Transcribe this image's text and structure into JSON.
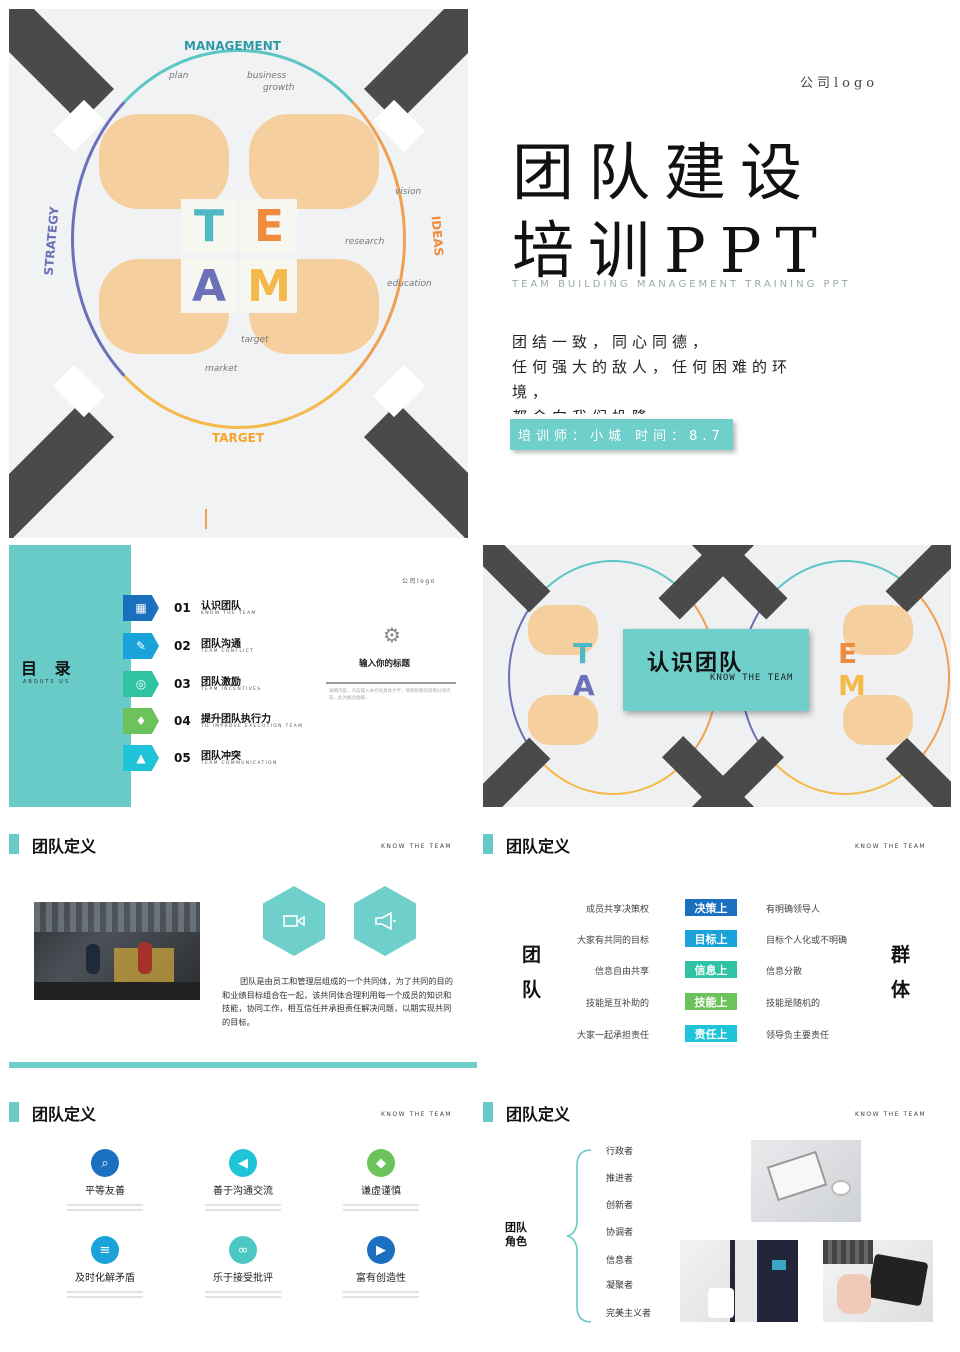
{
  "slide1": {
    "art": {
      "top_label": "MANAGEMENT",
      "left_label": "STRATEGY",
      "right_label": "IDEAS",
      "bottom_label": "TARGET",
      "tiles": [
        "T",
        "E",
        "A",
        "M"
      ],
      "doodles": [
        "plan",
        "business",
        "growth",
        "vision",
        "research",
        "education",
        "target",
        "market"
      ]
    },
    "logo": "公司logo",
    "title_line1": "团队建设",
    "title_line2": "培训PPT",
    "subtitle": "TEAM BUILDING MANAGEMENT TRAINING PPT",
    "body_lines": [
      "团结一致，同心同德，",
      "任何强大的敌人，任何困难的环",
      "境，",
      "都会向我们投降"
    ],
    "trainer": "培训师：小城  时间：8.7"
  },
  "slide2": {
    "title": "目 录",
    "title_en": "ABOUTS US",
    "logo": "公司logo",
    "items": [
      {
        "num": "01",
        "title": "认识团队",
        "en": "KNOW THE TEAM",
        "color": "#1b6fbf"
      },
      {
        "num": "02",
        "title": "团队沟通",
        "en": "TEAM CONFLICT",
        "color": "#1aa3d9"
      },
      {
        "num": "03",
        "title": "团队激励",
        "en": "TEAM INCENTIVES",
        "color": "#2fc2a3"
      },
      {
        "num": "04",
        "title": "提升团队执行力",
        "en": "TO IMPROVE EXECUTION TEAM",
        "color": "#6dc35b"
      },
      {
        "num": "05",
        "title": "团队冲突",
        "en": "TEAM COMMUNICATION",
        "color": "#1fc4d8"
      }
    ],
    "side_title": "输入你的标题",
    "side_text": "详细内容，点击输入本栏的具体文字，简明扼要的说明分项内容，此为概念图解。"
  },
  "slide3": {
    "title": "认识团队",
    "subtitle": "KNOW THE TEAM"
  },
  "slide4": {
    "title": "团队定义",
    "en": "KNOW THE TEAM",
    "paragraph": "团队是由员工和管理层组成的一个共同体，为了共同的目的和业绩目标组合在一起，该共同体合理利用每一个成员的知识和技能，协同工作，相互信任并承担责任解决问题，以期实现共同的目标。"
  },
  "slide5": {
    "title": "团队定义",
    "en": "KNOW THE TEAM",
    "left_char": [
      "团",
      "队"
    ],
    "right_char": [
      "群",
      "体"
    ],
    "rows": [
      {
        "left": "成员共享决策权",
        "mid": "决策上",
        "right": "有明确领导人",
        "color": "#1b6fbf"
      },
      {
        "left": "大家有共同的目标",
        "mid": "目标上",
        "right": "目标个人化或不明确",
        "color": "#1aa3d9"
      },
      {
        "left": "信息自由共享",
        "mid": "信息上",
        "right": "信息分散",
        "color": "#2fc2a3"
      },
      {
        "left": "技能是互补助的",
        "mid": "技能上",
        "right": "技能是随机的",
        "color": "#6dc35b"
      },
      {
        "left": "大家一起承担责任",
        "mid": "责任上",
        "right": "领导负主要责任",
        "color": "#1fc4d8"
      }
    ]
  },
  "slide6": {
    "title": "团队定义",
    "en": "KNOW THE TEAM",
    "traits": [
      {
        "label": "平等友善",
        "color": "#1b6fbf"
      },
      {
        "label": "善于沟通交流",
        "color": "#1fc4d8"
      },
      {
        "label": "谦虚谨慎",
        "color": "#6dc35b"
      },
      {
        "label": "及时化解矛盾",
        "color": "#1aa3d9"
      },
      {
        "label": "乐于接受批评",
        "color": "#4cc8c4"
      },
      {
        "label": "富有创造性",
        "color": "#1b6fbf"
      }
    ]
  },
  "slide7": {
    "title": "团队定义",
    "en": "KNOW THE TEAM",
    "label": [
      "团队",
      "角色"
    ],
    "roles": [
      "行政者",
      "推进者",
      "创新者",
      "协调者",
      "信息者",
      "凝聚者",
      "完美主义者"
    ]
  },
  "colors": {
    "accent": "#68cbc7",
    "dark_blue": "#1b6fbf",
    "sleeve": "#4a4a4a",
    "skin": "#f6cf9e"
  }
}
